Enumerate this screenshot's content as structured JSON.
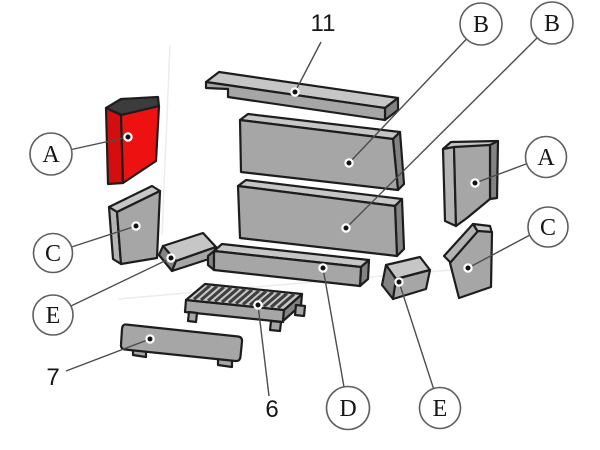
{
  "diagram": {
    "type": "exploded-parts-diagram",
    "background": "#ffffff",
    "colors": {
      "background": "#ffffff",
      "part_front": "#a6a6a6",
      "part_top": "#c6c6c6",
      "part_side_light": "#b4b4b4",
      "part_side_dark": "#838383",
      "outline": "#1d1d1d",
      "highlight_front": "#ee1111",
      "highlight_side": "#d40e0e",
      "highlight_top": "#3c3c3c",
      "grate_slot": "#3f3f3f",
      "leader_line": "#4d4d4d",
      "callout_fill": "#ffffff",
      "callout_stroke": "#5f5f5f",
      "label_color": "#161616",
      "crease": "#ececec"
    },
    "callouts": [
      {
        "label": "11",
        "style": "plain"
      },
      {
        "label": "B",
        "style": "circle"
      },
      {
        "label": "B",
        "style": "circle"
      },
      {
        "label": "A",
        "style": "circle"
      },
      {
        "label": "A",
        "style": "circle"
      },
      {
        "label": "C",
        "style": "circle"
      },
      {
        "label": "C",
        "style": "circle"
      },
      {
        "label": "E",
        "style": "circle"
      },
      {
        "label": "E",
        "style": "circle"
      },
      {
        "label": "D",
        "style": "circle"
      },
      {
        "label": "7",
        "style": "plain"
      },
      {
        "label": "6",
        "style": "plain"
      }
    ]
  }
}
